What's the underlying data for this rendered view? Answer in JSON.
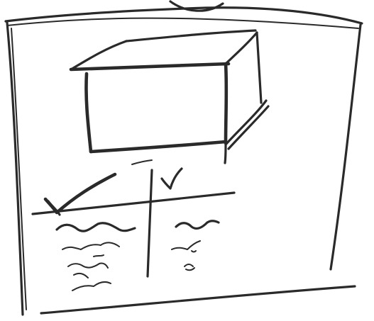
{
  "sketch": {
    "ink_color": "#2a2a2a",
    "paper_color": "#ffffff",
    "content": {
      "box": {
        "shape": "3d-box"
      },
      "comparison": {
        "left_header": {
          "mark": "checkmark"
        },
        "right_header": {
          "mark": "small-checkmark"
        },
        "left_items": 5,
        "right_items": 3
      }
    }
  }
}
